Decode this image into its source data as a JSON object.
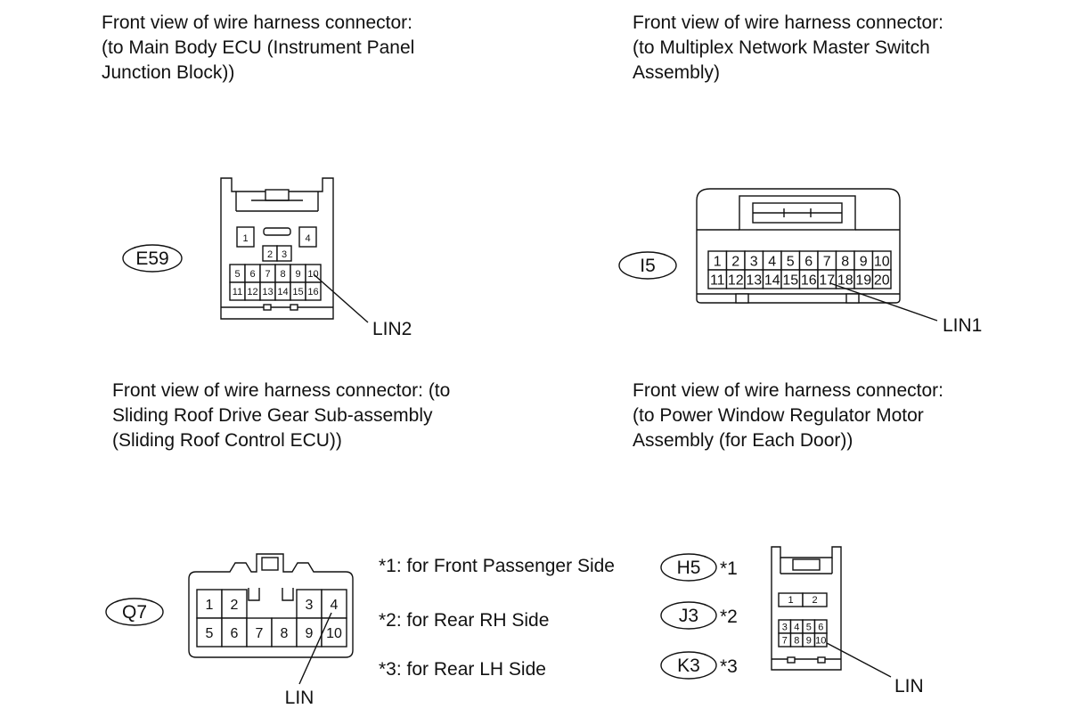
{
  "captions": {
    "tl": [
      "Front view of wire harness connector:",
      "(to Main Body ECU (Instrument Panel",
      "Junction Block))"
    ],
    "tr": [
      "Front view of wire harness connector:",
      "(to Multiplex Network Master Switch",
      "Assembly)"
    ],
    "bl": [
      "Front view of wire harness connector: (to",
      "Sliding Roof Drive Gear Sub-assembly",
      "(Sliding Roof Control ECU))"
    ],
    "br": [
      "Front view of wire harness connector:",
      "(to Power Window Regulator Motor",
      "Assembly (for Each Door))"
    ]
  },
  "connectors": {
    "e59": {
      "tag": "E59",
      "callout": "LIN2",
      "pins_top": [
        "1",
        "4"
      ],
      "pins_mid": [
        "2",
        "3"
      ],
      "row1": [
        "5",
        "6",
        "7",
        "8",
        "9",
        "10"
      ],
      "row2": [
        "11",
        "12",
        "13",
        "14",
        "15",
        "16"
      ]
    },
    "i5": {
      "tag": "I5",
      "callout": "LIN1",
      "row1": [
        "1",
        "2",
        "3",
        "4",
        "5",
        "6",
        "7",
        "8",
        "9",
        "10"
      ],
      "row2": [
        "11",
        "12",
        "13",
        "14",
        "15",
        "16",
        "17",
        "18",
        "19",
        "20"
      ]
    },
    "q7": {
      "tag": "Q7",
      "callout": "LIN",
      "row1": [
        "1",
        "2",
        "",
        "",
        "3",
        "4"
      ],
      "row2": [
        "5",
        "6",
        "7",
        "8",
        "9",
        "10"
      ]
    },
    "door": {
      "tags": [
        "H5",
        "J3",
        "K3"
      ],
      "marks": [
        "*1",
        "*2",
        "*3"
      ],
      "callout": "LIN",
      "row_top": [
        "1",
        "2"
      ],
      "row1": [
        "3",
        "4",
        "5",
        "6"
      ],
      "row2": [
        "7",
        "8",
        "9",
        "10"
      ]
    }
  },
  "notes": [
    "*1: for Front Passenger Side",
    "*2: for Rear RH Side",
    "*3: for Rear LH Side"
  ]
}
